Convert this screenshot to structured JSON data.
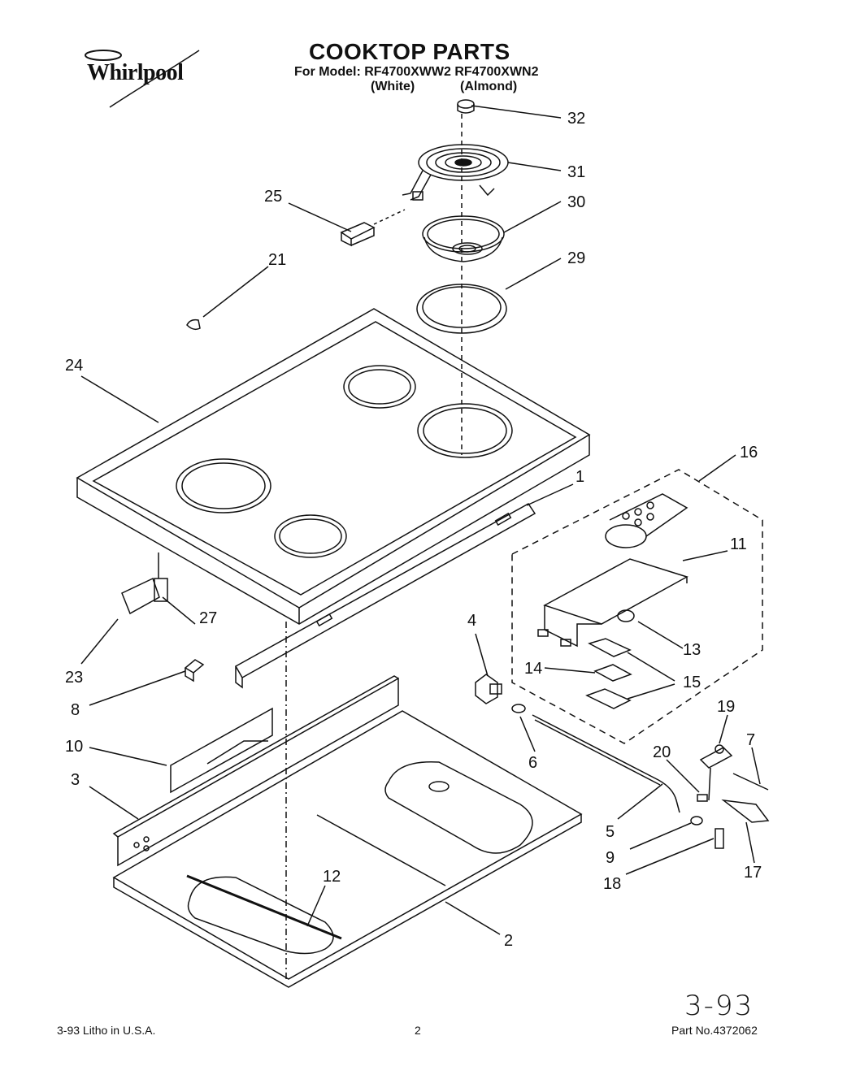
{
  "header": {
    "brand": "Whirlpool",
    "title": "COOKTOP PARTS",
    "model_line": "For Model: RF4700XWW2 RF4700XWN2",
    "variant_white": "(White)",
    "variant_almond": "(Almond)"
  },
  "callouts": {
    "c1": "1",
    "c2": "2",
    "c3": "3",
    "c4": "4",
    "c5": "5",
    "c6": "6",
    "c7": "7",
    "c8": "8",
    "c9": "9",
    "c10": "10",
    "c11": "11",
    "c12": "12",
    "c13": "13",
    "c14": "14",
    "c15": "15",
    "c16": "16",
    "c17": "17",
    "c18": "18",
    "c19": "19",
    "c20": "20",
    "c21": "21",
    "c23": "23",
    "c24": "24",
    "c25": "25",
    "c27": "27",
    "c29": "29",
    "c30": "30",
    "c31": "31",
    "c32": "32"
  },
  "footer": {
    "litho": "3-93  Litho in U.S.A.",
    "page": "2",
    "part_no": "Part No.4372062",
    "handwritten": "3-93"
  },
  "colors": {
    "ink": "#111111",
    "paper": "#ffffff"
  }
}
